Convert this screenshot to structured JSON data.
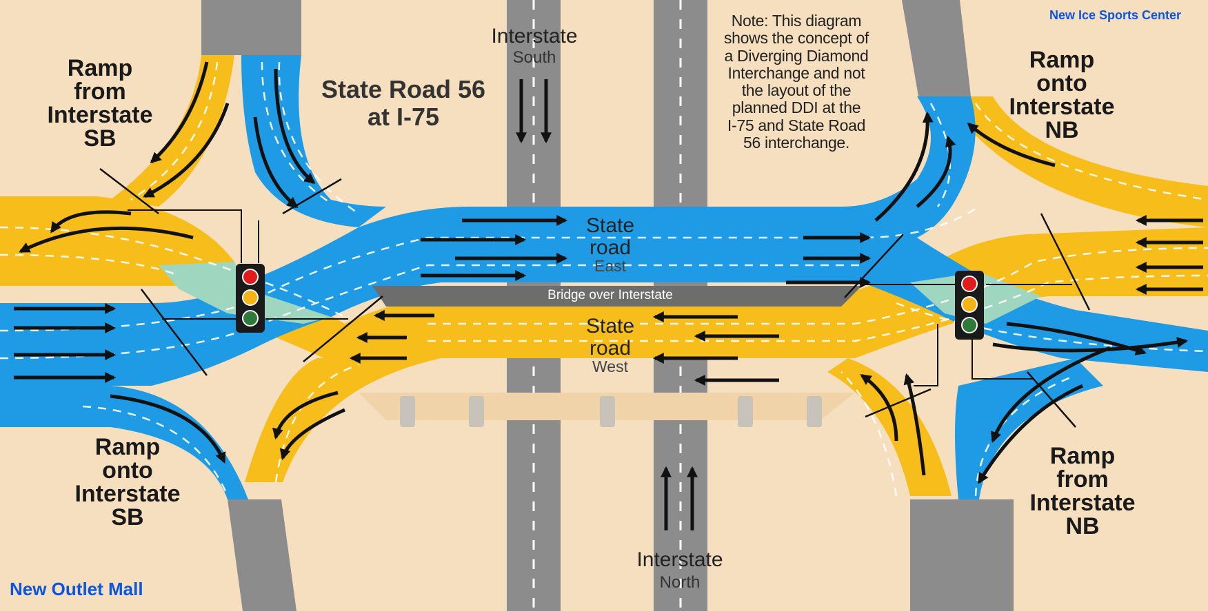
{
  "title": "State Road 56\nat I-75",
  "note": "Note: This diagram\nshows the concept of\na Diverging Diamond\nInterchange and not\nthe layout of the\nplanned DDI at the\nI-75 and State Road\n56 interchange.",
  "ramps": {
    "from_sb": "Ramp\nfrom\nInterstate\nSB",
    "onto_nb": "Ramp\nonto\nInterstate\nNB",
    "onto_sb": "Ramp\nonto\nInterstate\nSB",
    "from_nb": "Ramp\nfrom\nInterstate\nNB"
  },
  "interstate_south": {
    "name": "Interstate",
    "direction": "South"
  },
  "interstate_north": {
    "name": "Interstate",
    "direction": "North"
  },
  "state_road_east": {
    "name": "State\nroad",
    "direction": "East"
  },
  "state_road_west": {
    "name": "State\nroad",
    "direction": "West"
  },
  "bridge_label": "Bridge over Interstate",
  "poi": {
    "ice_center": "New Ice Sports Center",
    "outlet_mall": "New Outlet Mall"
  },
  "colors": {
    "background": "#f6dfbe",
    "eastbound_road": "#1e9be4",
    "westbound_road": "#f7bd1a",
    "crossover": "#9fd6c0",
    "interstate": "#8c8c8c",
    "bridge": "#6d6d6d",
    "poi_text": "#0a55e0"
  },
  "signals": [
    {
      "name": "west-traffic-signal",
      "lights": [
        "red",
        "yellow",
        "green"
      ]
    },
    {
      "name": "east-traffic-signal",
      "lights": [
        "red",
        "yellow",
        "green"
      ]
    }
  ]
}
